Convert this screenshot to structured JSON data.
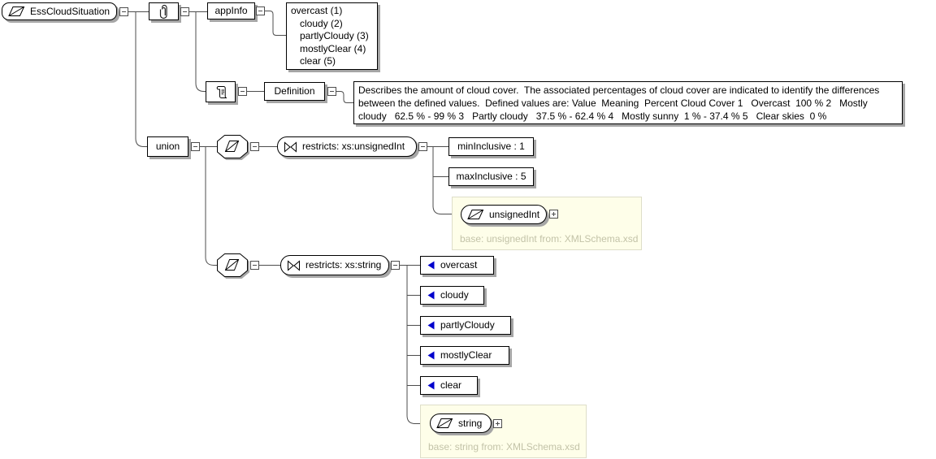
{
  "diagram": {
    "root": {
      "label": "EssCloudSituation"
    },
    "annotation": {
      "appinfo": {
        "label": "appInfo",
        "items": [
          "overcast (1)",
          "cloudy (2)",
          "partlyCloudy (3)",
          "mostlyClear (4)",
          "clear (5)"
        ]
      },
      "documentation": {
        "label": "Definition",
        "lines": [
          "Describes the amount of cloud cover.  The associated percentages of cloud cover are indicated to identify the differences",
          "between the defined values.  Defined values are: Value  Meaning  Percent Cloud Cover 1   Overcast  100 % 2   Mostly",
          "cloudy   62.5 % - 99 % 3   Partly cloudy   37.5 % - 62.4 % 4   Mostly sunny  1 % - 37.4 % 5   Clear skies  0 %"
        ]
      }
    },
    "union": {
      "label": "union"
    },
    "branches": [
      {
        "restriction_label": "restricts: xs:unsignedInt",
        "facets": [
          "minInclusive : 1",
          "maxInclusive : 5"
        ],
        "base": {
          "label": "unsignedInt",
          "note": "base: unsignedInt from: XMLSchema.xsd"
        }
      },
      {
        "restriction_label": "restricts: xs:string",
        "enumerations": [
          "overcast",
          "cloudy",
          "partlyCloudy",
          "mostlyClear",
          "clear"
        ],
        "base": {
          "label": "string",
          "note": "base: string from: XMLSchema.xsd"
        }
      }
    ],
    "colors": {
      "enum_icon": "#0000cc",
      "note_bg": "#fefee9",
      "note_border": "#dedec8",
      "note_text": "#c3c3a8",
      "shadow": "#a6a6a6",
      "line": "#4d4d4d"
    }
  }
}
